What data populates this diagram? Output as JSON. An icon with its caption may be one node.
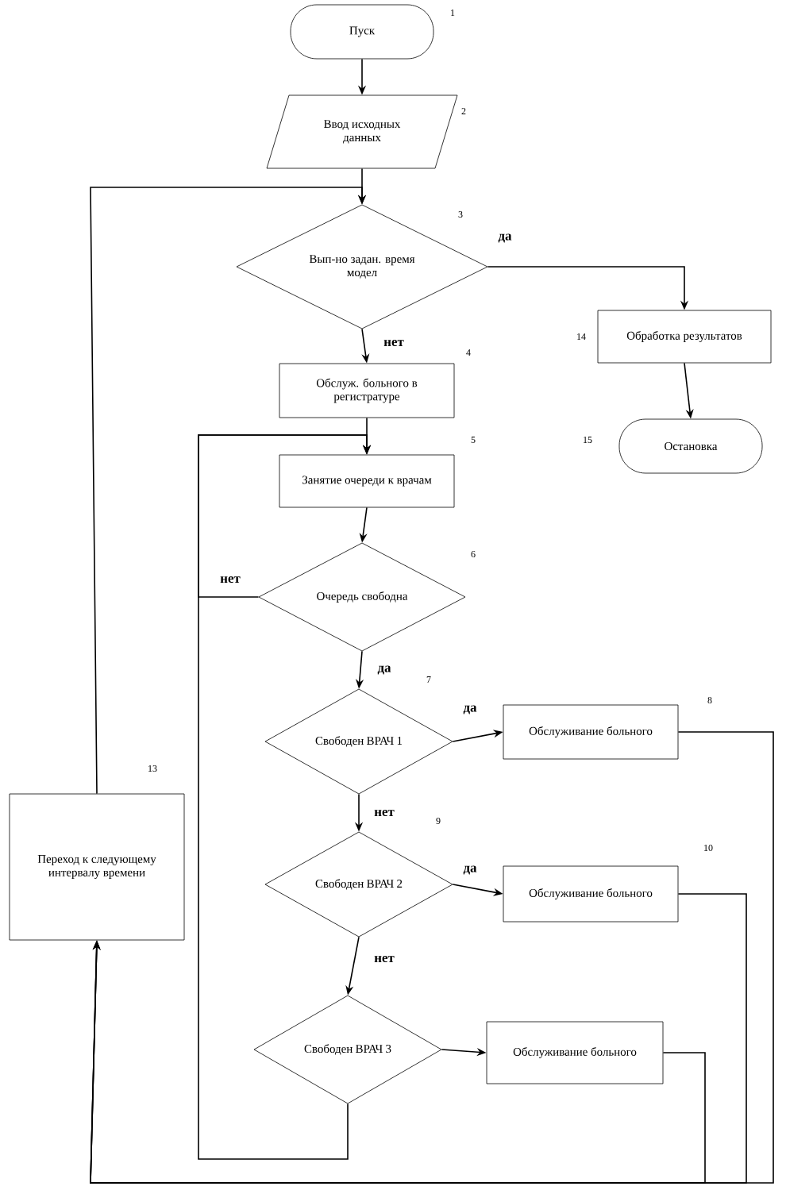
{
  "diagram": {
    "nodes": [
      {
        "text": [
          "Пуск"
        ],
        "beside": [
          "1"
        ]
      },
      {
        "text": [
          "Ввод исходных данных"
        ],
        "beside": [
          "2"
        ]
      },
      {
        "text": [
          "Вып-но задан. время модел"
        ],
        "beside": [
          "3"
        ]
      },
      {
        "text": [
          "Обслуж. больного в регистратуре"
        ],
        "beside": [
          "4"
        ]
      },
      {
        "text": [
          "Занятие очереди к врачам"
        ],
        "beside": [
          "5"
        ]
      },
      {
        "text": [
          "Очередь свободна"
        ],
        "beside": [
          "6"
        ]
      },
      {
        "text": [
          "Свободен ВРАЧ 1"
        ],
        "beside": [
          "7"
        ]
      },
      {
        "text": [
          "Обслуживание больного"
        ],
        "beside": [
          "8"
        ]
      },
      {
        "text": [
          "Свободен ВРАЧ 2"
        ],
        "beside": [
          "9"
        ]
      },
      {
        "text": [
          "Обслуживание больного"
        ],
        "beside": [
          "10"
        ]
      },
      {
        "text": [
          "Свободен ВРАЧ 3"
        ]
      },
      {
        "text": [
          "Обслуживание больного"
        ]
      },
      {
        "text": [
          "Переход к следующему интервалу времени"
        ],
        "beside": [
          "13"
        ]
      },
      {
        "text": [
          "Обработка результатов"
        ],
        "beside": [
          "14"
        ]
      },
      {
        "text": [
          "Остановка"
        ],
        "beside": [
          "15"
        ]
      }
    ],
    "edges": [
      {
        "from": 0,
        "to": 1,
        "arrow": "to"
      },
      {
        "from": 1,
        "to": 2,
        "arrow": "to"
      },
      {
        "from": 2,
        "to": 3,
        "arrow": "to",
        "label": "нет"
      },
      {
        "from": 2,
        "to": 13,
        "arrow": "to",
        "label": "да"
      },
      {
        "from": 13,
        "to": 14,
        "arrow": "to"
      },
      {
        "from": 3,
        "to": 4,
        "arrow": "to"
      },
      {
        "from": 4,
        "to": 5,
        "arrow": "to"
      },
      {
        "from": 5,
        "to": 6,
        "arrow": "to",
        "label": "да"
      },
      {
        "from": 5,
        "to": 4,
        "arrow": "to",
        "label": "нет"
      },
      {
        "from": 6,
        "to": 7,
        "arrow": "to",
        "label": "да"
      },
      {
        "from": 6,
        "to": 8,
        "arrow": "to",
        "label": "нет"
      },
      {
        "from": 8,
        "to": 9,
        "arrow": "to",
        "label": "да"
      },
      {
        "from": 8,
        "to": 10,
        "arrow": "to",
        "label": "нет"
      },
      {
        "from": 10,
        "to": 11,
        "arrow": "to"
      },
      {
        "from": 10,
        "to": 4,
        "arrow": "to"
      },
      {
        "from": 7,
        "to": 12,
        "arrow": "to"
      },
      {
        "from": 9,
        "to": 12,
        "arrow": "to"
      },
      {
        "from": 11,
        "to": 12,
        "arrow": "to"
      },
      {
        "from": 12,
        "to": 2,
        "arrow": "to"
      }
    ]
  }
}
